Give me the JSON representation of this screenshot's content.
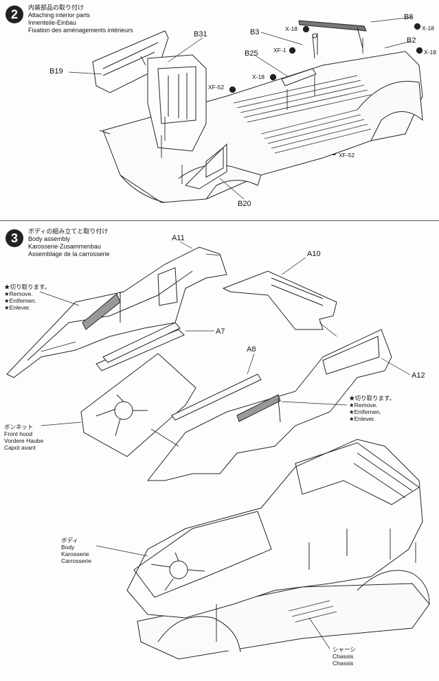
{
  "step2": {
    "number": "2",
    "title_jp": "内装部品の取り付け",
    "title_en": "Attaching interior parts",
    "title_de": "Innenteile-Einbau",
    "title_fr": "Fixation des aménagements intérieurs",
    "parts": {
      "b31": "B31",
      "b19": "B19",
      "b20": "B20",
      "b3": "B3",
      "b25": "B25",
      "b8": "B8",
      "b2": "B2"
    },
    "paints": {
      "x18_a": "X-18",
      "x18_b": "X-18",
      "x18_c": "X-18",
      "x18_d": "X-18",
      "xf1": "XF-1",
      "xf52_a": "XF-52",
      "xf52_b": "XF-52"
    }
  },
  "step3": {
    "number": "3",
    "title_jp": "ボディの組み立てと取り付け",
    "title_en": "Body assembly",
    "title_de": "Karosserie-Zusammenbau",
    "title_fr": "Assemblage de la carrosserie",
    "parts": {
      "a11": "A11",
      "a10": "A10",
      "a7": "A7",
      "a8": "A8",
      "a12": "A12"
    },
    "remove_note_1": [
      "★切り取ります。",
      "★Remove.",
      "★Entfernen.",
      "★Enlever."
    ],
    "remove_note_2": [
      "★切り取ります。",
      "★Remove.",
      "★Entfernen.",
      "★Enlever."
    ],
    "hood_label": [
      "ボンネット",
      "Front hood",
      "Vordere Haube",
      "Capot avant"
    ],
    "body_label": [
      "ボディ",
      "Body",
      "Karosserie",
      "Carrosserie"
    ],
    "chassis_label": [
      "シャーシ",
      "Chassis",
      "Chassis"
    ]
  },
  "colors": {
    "ink": "#111111",
    "badge": "#222222",
    "paper": "#fdfdfd"
  }
}
